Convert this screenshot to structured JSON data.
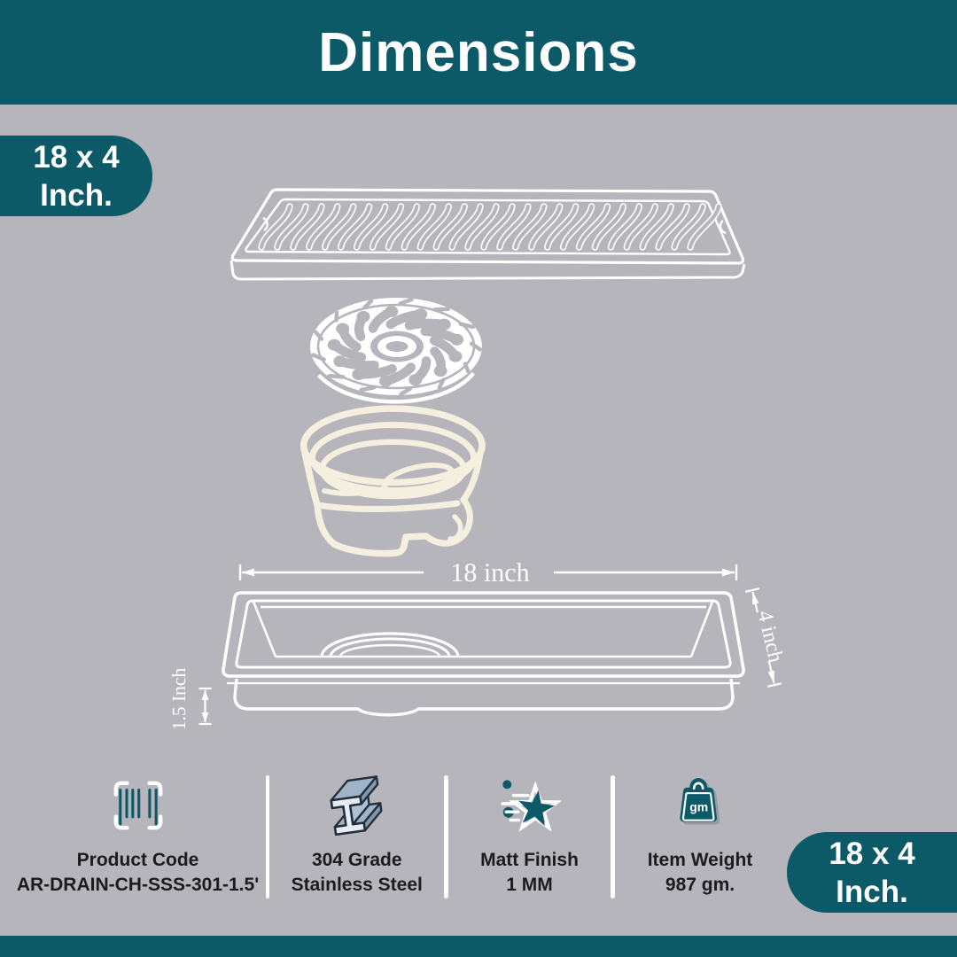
{
  "header": {
    "title": "Dimensions"
  },
  "badge_top": {
    "line1": "18 x 4",
    "line2": "Inch."
  },
  "badge_bottom": {
    "line1": "18 x 4",
    "line2": "Inch."
  },
  "diagram": {
    "length_label": "18 inch",
    "width_label": "4 inch",
    "depth_label": "1.5 Inch"
  },
  "features": {
    "items": [
      {
        "icon": "barcode-icon",
        "title": "Product Code",
        "value": "AR-DRAIN-CH-SSS-301-1.5'"
      },
      {
        "icon": "steel-beam-icon",
        "title": "304 Grade",
        "value": "Stainless Steel"
      },
      {
        "icon": "star-sparkle-icon",
        "title": "Matt Finish",
        "value": "1 MM"
      },
      {
        "icon": "weight-bag-icon",
        "title": "Item Weight",
        "value": "987 gm."
      }
    ]
  },
  "colors": {
    "teal": "#0c5a68",
    "background": "#b6b5bb",
    "cream": "#f4efdf",
    "line_white": "#ffffff",
    "text_dark": "#1c1c1e"
  }
}
